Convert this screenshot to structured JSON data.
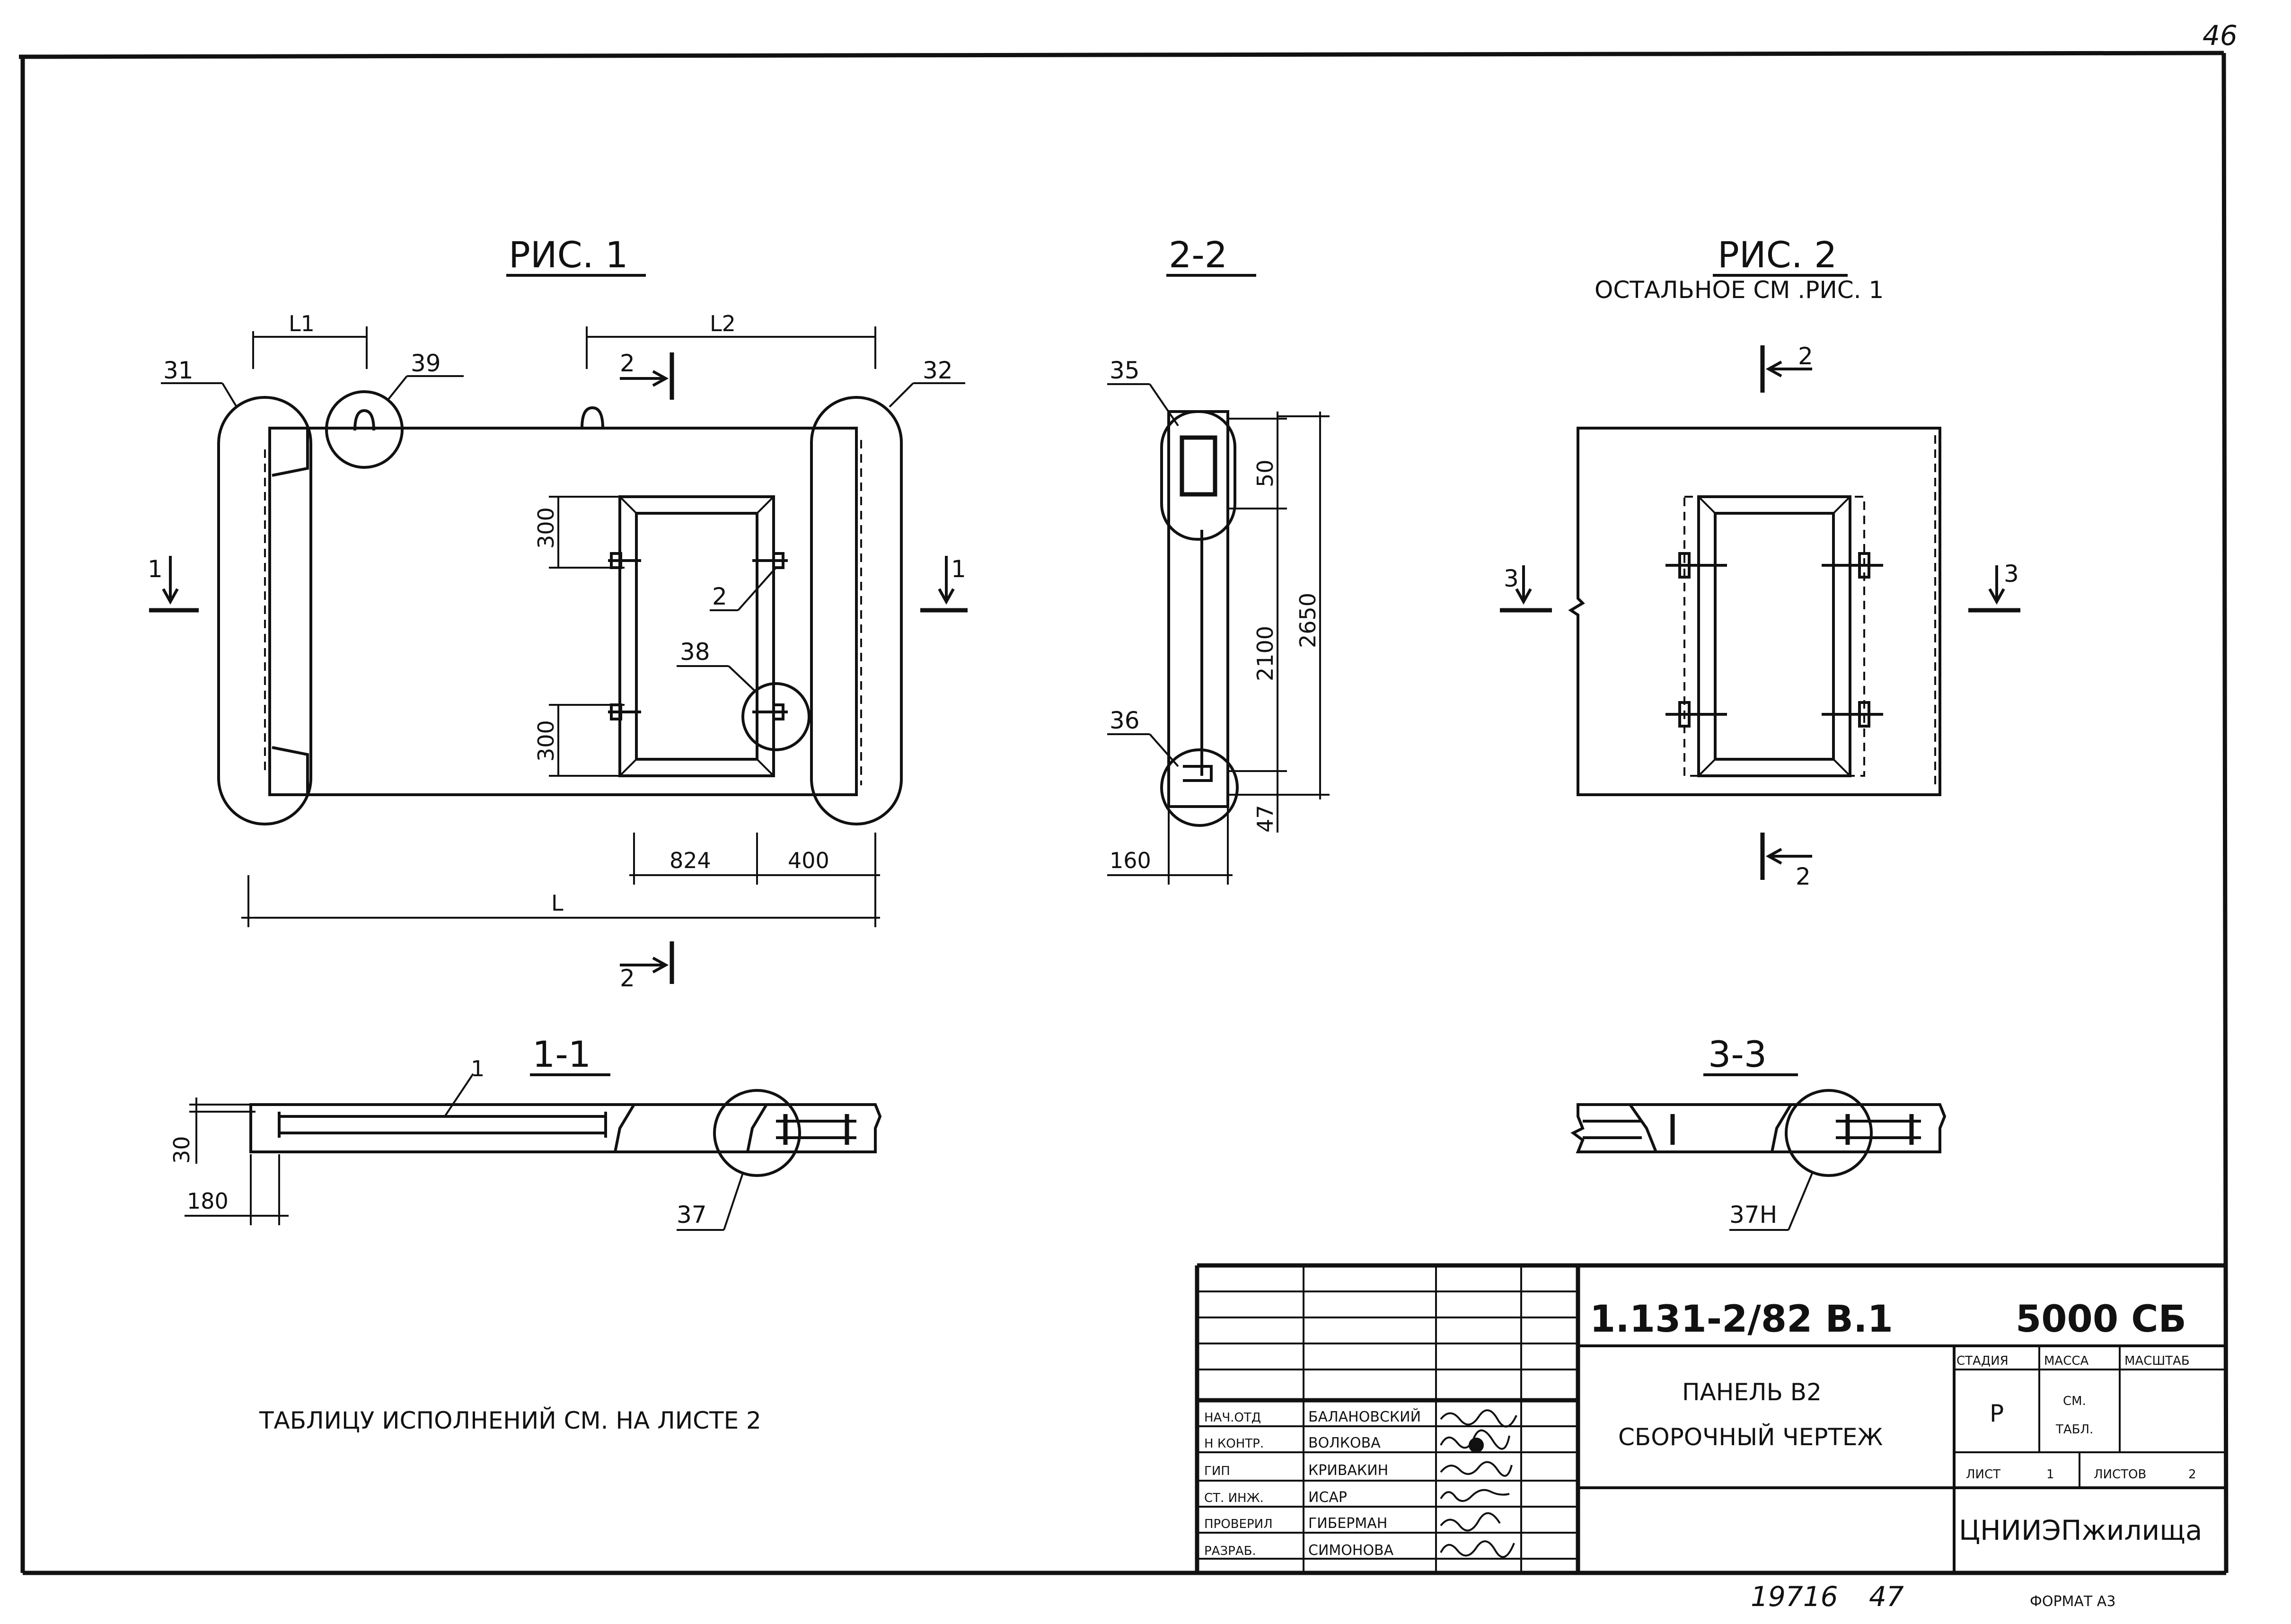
{
  "page_number": "46",
  "figures": {
    "fig1_title": "РИС. 1",
    "section22_title": "2-2",
    "fig2_title": "РИС. 2",
    "fig2_subtitle": "ОСТАЛЬНОЕ СМ .РИС. 1",
    "section11_title": "1-1",
    "section33_title": "3-3"
  },
  "dimensions": {
    "L1": "L1",
    "L2": "L2",
    "L": "L",
    "d300_top": "300",
    "d300_bottom": "300",
    "d824": "824",
    "d400": "400",
    "d50": "50",
    "d2100": "2100",
    "d2650": "2650",
    "d47": "47",
    "d160": "160",
    "d30": "30",
    "d180": "180"
  },
  "callouts": {
    "c31": "31",
    "c39": "39",
    "c32": "32",
    "c2": "2",
    "c38": "38",
    "c35": "35",
    "c36": "36",
    "c37": "37",
    "c37h": "37Н",
    "c1": "1"
  },
  "section_marks": {
    "s1": "1",
    "s2": "2",
    "s3": "3"
  },
  "note_text": "ТАБЛИЦУ ИСПОЛНЕНИЙ СМ. НА ЛИСТЕ 2",
  "title_block": {
    "code": "1.131-2/82 В.1",
    "sheet_code": "5000 СБ",
    "name_line1": "ПАНЕЛЬ В2",
    "name_line2": "СБОРОЧНЫЙ ЧЕРТЕЖ",
    "col_stage": "СТАДИЯ",
    "col_mass": "МАССА",
    "col_scale": "МАСШТАБ",
    "stage_value": "Р",
    "mass_value_1": "СМ.",
    "mass_value_2": "ТАБЛ.",
    "sheet_label": "ЛИСТ",
    "sheet_value": "1",
    "sheets_label": "ЛИСТОВ",
    "sheets_value": "2",
    "organization": "ЦНИИЭПжилища",
    "signatures": [
      {
        "role": "НАЧ.ОТД",
        "name": "БАЛАНОВСКИЙ"
      },
      {
        "role": "Н КОНТР.",
        "name": "ВОЛКОВА"
      },
      {
        "role": "ГИП",
        "name": "КРИВАКИН"
      },
      {
        "role": "СТ. ИНЖ.",
        "name": "ИСАР"
      },
      {
        "role": "ПРОВЕРИЛ",
        "name": "ГИБЕРМАН"
      },
      {
        "role": "РАЗРАБ.",
        "name": "СИМОНОВА"
      }
    ]
  },
  "footer": {
    "inventory_number": "19716",
    "inventory_suffix": "47",
    "format": "ФОРМАТ А3"
  }
}
